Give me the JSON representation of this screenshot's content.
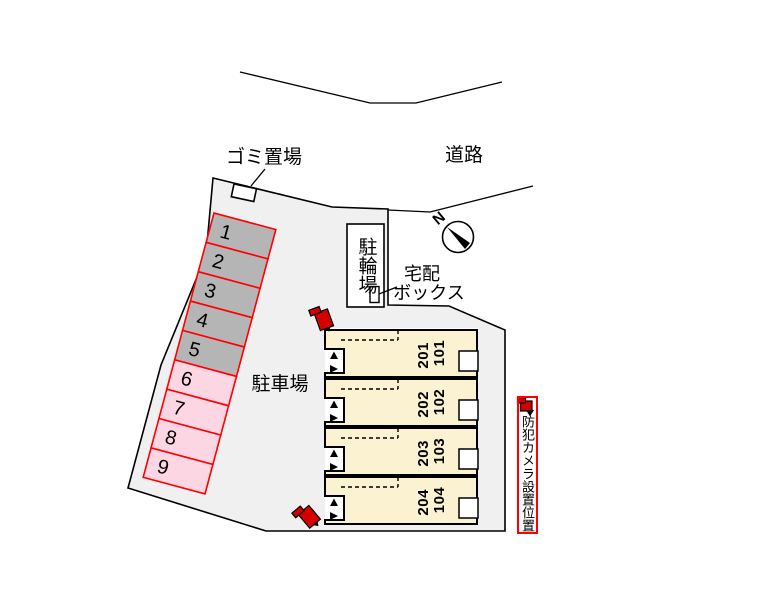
{
  "labels": {
    "road": "道路",
    "garbage": "ゴミ置場",
    "parking": "駐車場",
    "bicycle": "駐輪場",
    "delivery_line1": "宅配",
    "delivery_line2": "ボックス",
    "security_note": "防犯カメラ設置位置",
    "north": "N"
  },
  "parking_stalls": [
    {
      "number": "1",
      "color": "#b5b5b5"
    },
    {
      "number": "2",
      "color": "#b5b5b5"
    },
    {
      "number": "3",
      "color": "#b5b5b5"
    },
    {
      "number": "4",
      "color": "#b5b5b5"
    },
    {
      "number": "5",
      "color": "#b5b5b5"
    },
    {
      "number": "6",
      "color": "#fcd7e3"
    },
    {
      "number": "7",
      "color": "#fcd7e3"
    },
    {
      "number": "8",
      "color": "#fcd7e3"
    },
    {
      "number": "9",
      "color": "#fcd7e3"
    }
  ],
  "building_units": [
    {
      "upper": "201",
      "lower": "101"
    },
    {
      "upper": "202",
      "lower": "102"
    },
    {
      "upper": "203",
      "lower": "103"
    },
    {
      "upper": "204",
      "lower": "104"
    }
  ],
  "colors": {
    "site_fill": "#f0f0f0",
    "unit_fill": "#faf2d0",
    "stall_border": "#ff0000",
    "note_border": "#ff0000",
    "camera_red": "#d40000"
  }
}
